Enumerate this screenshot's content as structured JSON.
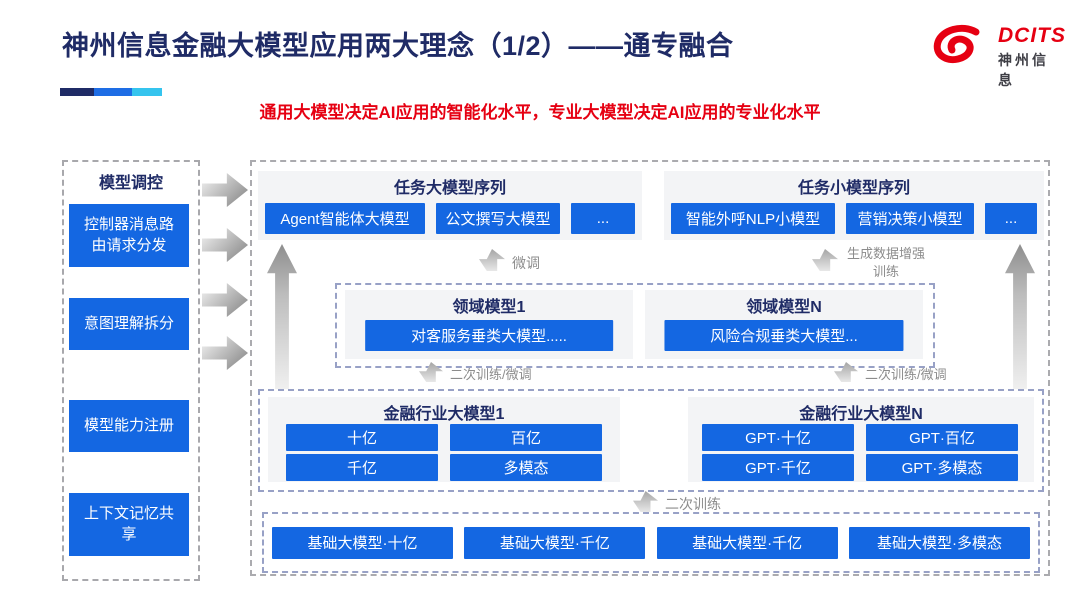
{
  "slide": {
    "title": "神州信息金融大模型应用两大理念（1/2）——通专融合",
    "subtitle": "通用大模型决定AI应用的智能化水平，专业大模型决定AI应用的专业化水平"
  },
  "logo": {
    "brand": "DCITS",
    "brand_cn": "神州信息",
    "icon": "dcits-swirl-icon"
  },
  "sidebar": {
    "title": "模型调控",
    "items": [
      {
        "label": "控制器消息路由请求分发"
      },
      {
        "label": "意图理解拆分"
      },
      {
        "label": "模型能力注册"
      },
      {
        "label": "上下文记忆共享"
      }
    ]
  },
  "task_large": {
    "title": "任务大模型序列",
    "chips": [
      "Agent智能体大模型",
      "公文撰写大模型",
      "..."
    ]
  },
  "task_small": {
    "title": "任务小模型序列",
    "chips": [
      "智能外呼NLP小模型",
      "营销决策小模型",
      "..."
    ]
  },
  "domain": {
    "left": {
      "title": "领域模型1",
      "chip": "对客服务垂类大模型....."
    },
    "right": {
      "title": "领域模型N",
      "chip": "风险合规垂类大模型..."
    }
  },
  "industry": {
    "left": {
      "title": "金融行业大模型1",
      "chips": [
        "十亿",
        "百亿",
        "千亿",
        "多模态"
      ]
    },
    "right": {
      "title": "金融行业大模型N",
      "chips": [
        "GPT·十亿",
        "GPT·百亿",
        "GPT·千亿",
        "GPT·多模态"
      ]
    }
  },
  "base": {
    "chips": [
      "基础大模型·十亿",
      "基础大模型·千亿",
      "基础大模型·千亿",
      "基础大模型·多模态"
    ]
  },
  "arrow_labels": {
    "fine_tune": "微调",
    "data_augment": "生成数据增强训练",
    "retrain_finetune_left": "二次训练/微调",
    "retrain_finetune_right": "二次训练/微调",
    "retrain": "二次训练"
  },
  "colors": {
    "accent_blue": "#1467E2",
    "navy": "#1F2B66",
    "red": "#E60012",
    "cyan": "#35C4EE",
    "mid_blue": "#1E6DE5"
  }
}
